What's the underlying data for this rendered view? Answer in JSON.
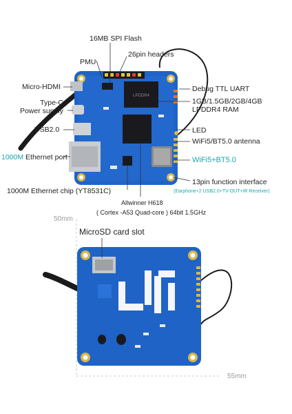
{
  "top": {
    "spi_flash": "16MB SPI Flash",
    "pmu": "PMU",
    "headers": "26pin headers",
    "micro_hdmi": "Micro-HDMI",
    "debug_uart": "Debug TTL UART",
    "typec_1": "Type-C",
    "typec_2": "Power supply",
    "ram_1": "1GB/1.5GB/2GB/4GB",
    "ram_2": "LPDDR4 RAM",
    "led": "LED",
    "usb": "USB2.0",
    "antenna": "WiFi5/BT5.0 antenna",
    "eth_port_a": "1000M",
    "eth_port_b": " Ethernet port",
    "wifi_module": "WiFi5+BT5.0",
    "function_if": "13pin function interface",
    "function_if_sub": "(Earphone+2 USB2.0+TV-OUT+IR Receiver)",
    "eth_chip": "1000M Ethernet chip (YT8531C)",
    "soc_1": "Allwinner H618",
    "soc_2": "( Cortex -A53 Quad-core ) 64bit 1.5GHz"
  },
  "bottom": {
    "microsd": "MicroSD card slot",
    "dim_h": "50mm",
    "dim_w": "55mm"
  },
  "colors": {
    "board": "#1f63c6",
    "board_light": "#2a73d9",
    "silk": "#f4f6fa",
    "accent_teal": "#1aa6b0",
    "accent_orange": "#e0781f",
    "chip": "#1a1a1e",
    "pad_gold": "#d8b64a"
  }
}
